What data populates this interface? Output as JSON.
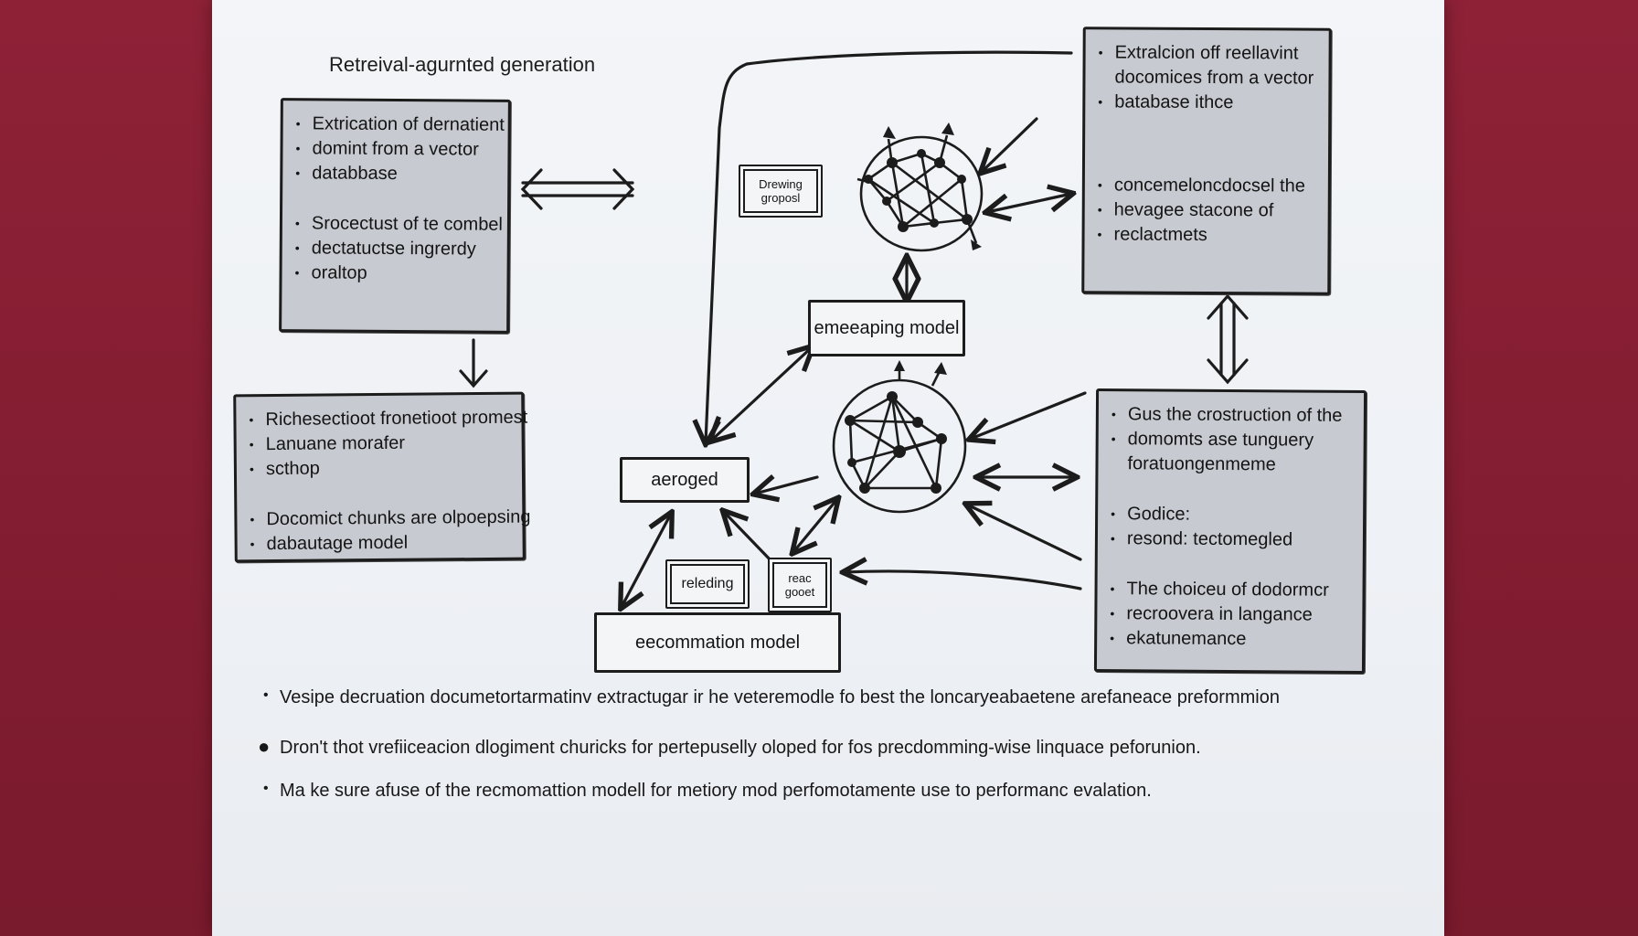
{
  "title": "Retreival-agurnted generation",
  "boxes": {
    "top_left": {
      "items": [
        "Extrication of dernatient",
        "domint from a vector",
        "databbase",
        "Srocectust of te combel",
        "dectatuctse ingrerdy",
        "oraltop"
      ]
    },
    "mid_left": {
      "items": [
        "Richesectioot fronetioot promest",
        "Lanuane morafer",
        "scthop",
        "Docomict chunks are olpoepsing",
        "dabautage model"
      ]
    },
    "top_right": {
      "items": [
        "Extralcion off reellavint",
        "docomices from a vector",
        "batabase  ithce",
        "concemeloncdocsel the",
        "hevagee stacone of",
        "reclactmets"
      ]
    },
    "mid_right": {
      "items": [
        "Gus the crostruction of the",
        "domomts ase tunguery",
        "foratuongenmeme",
        "Godice:",
        "resond: tectomegled",
        "The  choiceu of dodormcr",
        "recroovera in langance",
        "ekatunemance"
      ]
    }
  },
  "tags": {
    "drewing": "Drewing groposl",
    "embedding": "emeeaping model",
    "aeroged": "aeroged",
    "releding": "releding",
    "reac_gooet": "reac gooet",
    "recommation": "eecommation model"
  },
  "notes": [
    "Vesipe decruation documetortarmatinv extractugar ir he veteremodle fo  best the  loncaryeabaetene arefaneace preformmion",
    "Dron't thot vrefiiceacion dlogiment churicks  for pertepuselly oloped for fos precdomming-wise linquace peforunion.",
    "Ma ke sure afuse of the recmomattion modell  for metiory mod perfomotamente use to performanc evalation."
  ],
  "colors": {
    "background": "#8c1e33",
    "paper": "#f1f3f7",
    "box_fill": "#c7cad0",
    "ink": "#1c1c1c"
  }
}
